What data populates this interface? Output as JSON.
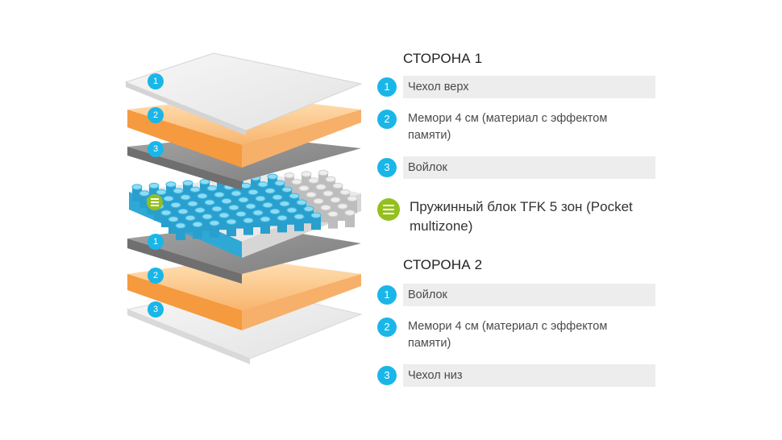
{
  "side1": {
    "title": "СТОРОНА 1",
    "items": [
      {
        "num": "1",
        "label": "Чехол верх"
      },
      {
        "num": "2",
        "label": "Мемори 4 см (материал с эффектом памяти)"
      },
      {
        "num": "3",
        "label": "Войлок"
      }
    ]
  },
  "spring": {
    "label": "Пружинный блок TFK 5 зон (Pocket multizone)",
    "icon": "spring-block-icon"
  },
  "side2": {
    "title": "СТОРОНА 2",
    "items": [
      {
        "num": "1",
        "label": "Войлок"
      },
      {
        "num": "2",
        "label": "Мемори 4 см (материал с эффектом памяти)"
      },
      {
        "num": "3",
        "label": "Чехол низ"
      }
    ]
  },
  "colors": {
    "badge": "#1ab6e8",
    "spring_badge": "#93c01f",
    "memory_foam": "#f6a04c",
    "felt": "#8e8e8e",
    "cover": "#eeeeee",
    "spring_blue": "#3cb8e2"
  }
}
